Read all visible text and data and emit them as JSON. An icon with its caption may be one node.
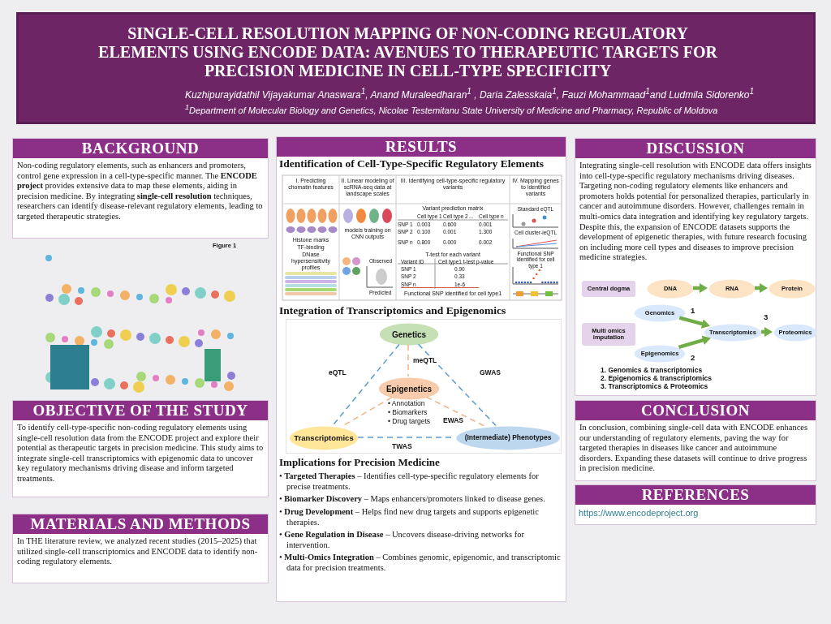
{
  "diagram": {
    "nodes": [
      {
        "text": [
          "SINGLE-CELL RESOLUTION MAPPING OF NON-CODING REGULATORY ELEMENTS USING ENCODE DATA: AVENUES TO THERAPEUTIC TARGETS FOR PRECISION MEDICINE IN CELL-TYPE SPECIFICITY",
          "Kuzhipurayidathil Vijayakumar Anaswara$^{1}$, Anand Muraleedharan$^{1}$ , Daria Zalesskaia$^{1}$, Fauzi Mohammaad$^{1}$and Ludmila Sidorenko$^{1}$",
          "$^{1}$Department of Molecular Biology and Genetics, Nicolae Testemitanu State University of Medicine and Pharmacy, Republic of Moldova"
        ]
      },
      {
        "text": [
          "BACKGROUND",
          "Non-coding regulatory elements, such as enhancers and promoters, control gene expression in a cell-type-specific manner. The **ENCODE project** provides extensive data to map these elements, aiding in precision medicine. By integrating **single-cell resolution** techniques, researchers can identify disease-relevant regulatory elements, leading to targeted therapeutic strategies."
        ]
      },
      {
        "text": [
          "OBJECTIVE OF THE STUDY",
          "To identify cell-type-specific non-coding regulatory elements using single-cell resolution data from the ENCODE project and explore their potential as therapeutic targets in precision medicine. This study aims to integrate single-cell transcriptomics with epigenomic data to uncover key regulatory mechanisms driving disease and inform targeted treatments."
        ]
      },
      {
        "text": [
          "MATERIALS AND METHODS",
          "In THE literature review, we analyzed recent studies (2015–2025) that utilized single-cell transcriptomics and ENCODE data to identify non-coding regulatory elements."
        ]
      },
      {
        "text": [
          "RESULTS"
        ]
      },
      {
        "text": [
          "Genetics"
        ],
        "in": 4
      },
      {
        "text": [
          "Epigenetics"
        ],
        "in": 4
      },
      {
        "text": [
          "Transcriptomics"
        ],
        "in": 4
      },
      {
        "text": [
          "(Intermediate) Phenotypes"
        ],
        "in": 4
      },
      {
        "text": [
          "DISCUSSION",
          "Integrating single-cell resolution with ENCODE data offers insights into cell-type-specific regulatory mechanisms driving diseases. Targeting non-coding regulatory elements like enhancers and promoters holds potential for personalized therapies, particularly in cancer and autoimmune disorders. However, challenges remain in multi-omics data integration and identifying key regulatory targets. Despite this, the expansion of ENCODE datasets supports the development of epigenetic therapies, with future research focusing on including more cell types and diseases to improve precision medicine strategies."
        ]
      },
      {
        "text": [
          "Central dogma"
        ],
        "in": 9
      },
      {
        "text": [
          "DNA"
        ],
        "in": 9
      },
      {
        "text": [
          "RNA"
        ],
        "in": 9
      },
      {
        "text": [
          "Protein"
        ],
        "in": 9
      },
      {
        "text": [
          "Multi omics imputation"
        ],
        "in": 9
      },
      {
        "text": [
          "Genomics"
        ],
        "in": 9
      },
      {
        "text": [
          "Transcriptomics"
        ],
        "in": 9
      },
      {
        "text": [
          "Proteomics"
        ],
        "in": 9
      },
      {
        "text": [
          "Epigenomics"
        ],
        "in": 9
      },
      {
        "text": [
          "CONCLUSION",
          "In conclusion, combining single-cell data with ENCODE enhances our understanding of regulatory elements, paving the way for targeted therapies in diseases like cancer and autoimmune disorders. Expanding these datasets will continue to drive progress in precision medicine."
        ]
      },
      {
        "text": [
          "REFERENCES",
          "https://www.encodeproject.org"
        ]
      }
    ],
    "edges": [
      {
        "from": 5,
        "to": 7,
        "arrow": "none",
        "label": "eQTL",
        "style": "dashed",
        "color": "#5b9bd5"
      },
      {
        "from": 5,
        "to": 6,
        "arrow": "none",
        "label": "meQTL",
        "style": "dashed",
        "color": "#f4b183"
      },
      {
        "from": 5,
        "to": 8,
        "arrow": "none",
        "label": "GWAS",
        "style": "dashed",
        "color": "#5b9bd5"
      },
      {
        "from": 6,
        "to": 8,
        "arrow": "none",
        "label": "EWAS",
        "style": "dashed",
        "color": "#f4b183"
      },
      {
        "from": 6,
        "to": 7,
        "arrow": "none",
        "style": "dashed",
        "color": "#f4b183"
      },
      {
        "from": 7,
        "to": 8,
        "arrow": "none",
        "label": "TWAS",
        "style": "dashed",
        "color": "#5b9bd5"
      },
      {
        "from": 11,
        "to": 12,
        "arrow": "to",
        "style": "thick",
        "color": "#70ad47"
      },
      {
        "from": 12,
        "to": 13,
        "arrow": "to",
        "style": "thick",
        "color": "#70ad47"
      },
      {
        "from": 15,
        "to": 16,
        "arrow": "to",
        "label": "1",
        "style": "thick",
        "color": "#70ad47"
      },
      {
        "from": 18,
        "to": 16,
        "arrow": "to",
        "label": "2",
        "style": "thick",
        "color": "#70ad47"
      },
      {
        "from": 16,
        "to": 17,
        "arrow": "to",
        "label": "3",
        "style": "thick",
        "color": "#70ad47"
      }
    ],
    "labels": [
      "Figure 1",
      "Identification of Cell-Type-Specific Regulatory Elements",
      "I. Predicting chomatin features",
      "II. Linear modeling of scRNA-seq data at landscape scales",
      "III. Identifying cell-type-specific regulatory variants",
      "IV. Mapping genes to identified variants",
      "Histone marks",
      "TF-binding",
      "DNase hypersensitivity profiles",
      "models training on CNN outputs",
      "Observed",
      "Predicted",
      "Variant prediction matrix",
      "Cell type 1",
      "Cell type 2",
      "...",
      "Cell type n",
      "SNP 1",
      "0.003",
      "0.600",
      "0.001",
      "SNP 2",
      "0.100",
      "0.001",
      "1.300",
      "SNP n",
      "0.800",
      "0.000",
      "0.002",
      "T-test for each variant",
      "Variant ID",
      "Cell type1 t-test p-value",
      "SNP 1",
      "0.90",
      "SNP 2",
      "0.33",
      "SNP n",
      "1e-6",
      "Functional SNP identified for cell type1",
      "Standard eQTL",
      "Cell cluster-ieQTL",
      "Functional SNP identified for cell type 1",
      "Integration of Transcriptomics and Epigenomics",
      "• Annotation",
      "• Biomarkers",
      "• Drug targets",
      "Implications for Precision Medicine",
      "• **Targeted Therapies** – Identifies cell-type-specific regulatory elements for precise treatments.",
      "• **Biomarker Discovery** – Maps enhancers/promoters linked to disease genes.",
      "• **Drug Development** – Helps find new drug targets and supports epigenetic therapies.",
      "• **Gene Regulation in Disease** – Uncovers disease-driving networks for intervention.",
      "• **Multi-Omics Integration** – Combines genomic, epigenomic, and transcriptomic data for precision treatments.",
      "1. Genomics & transcriptomics",
      "2. Epigenomics & transcriptomics",
      "3. Transcriptomics & Proteomics"
    ]
  }
}
